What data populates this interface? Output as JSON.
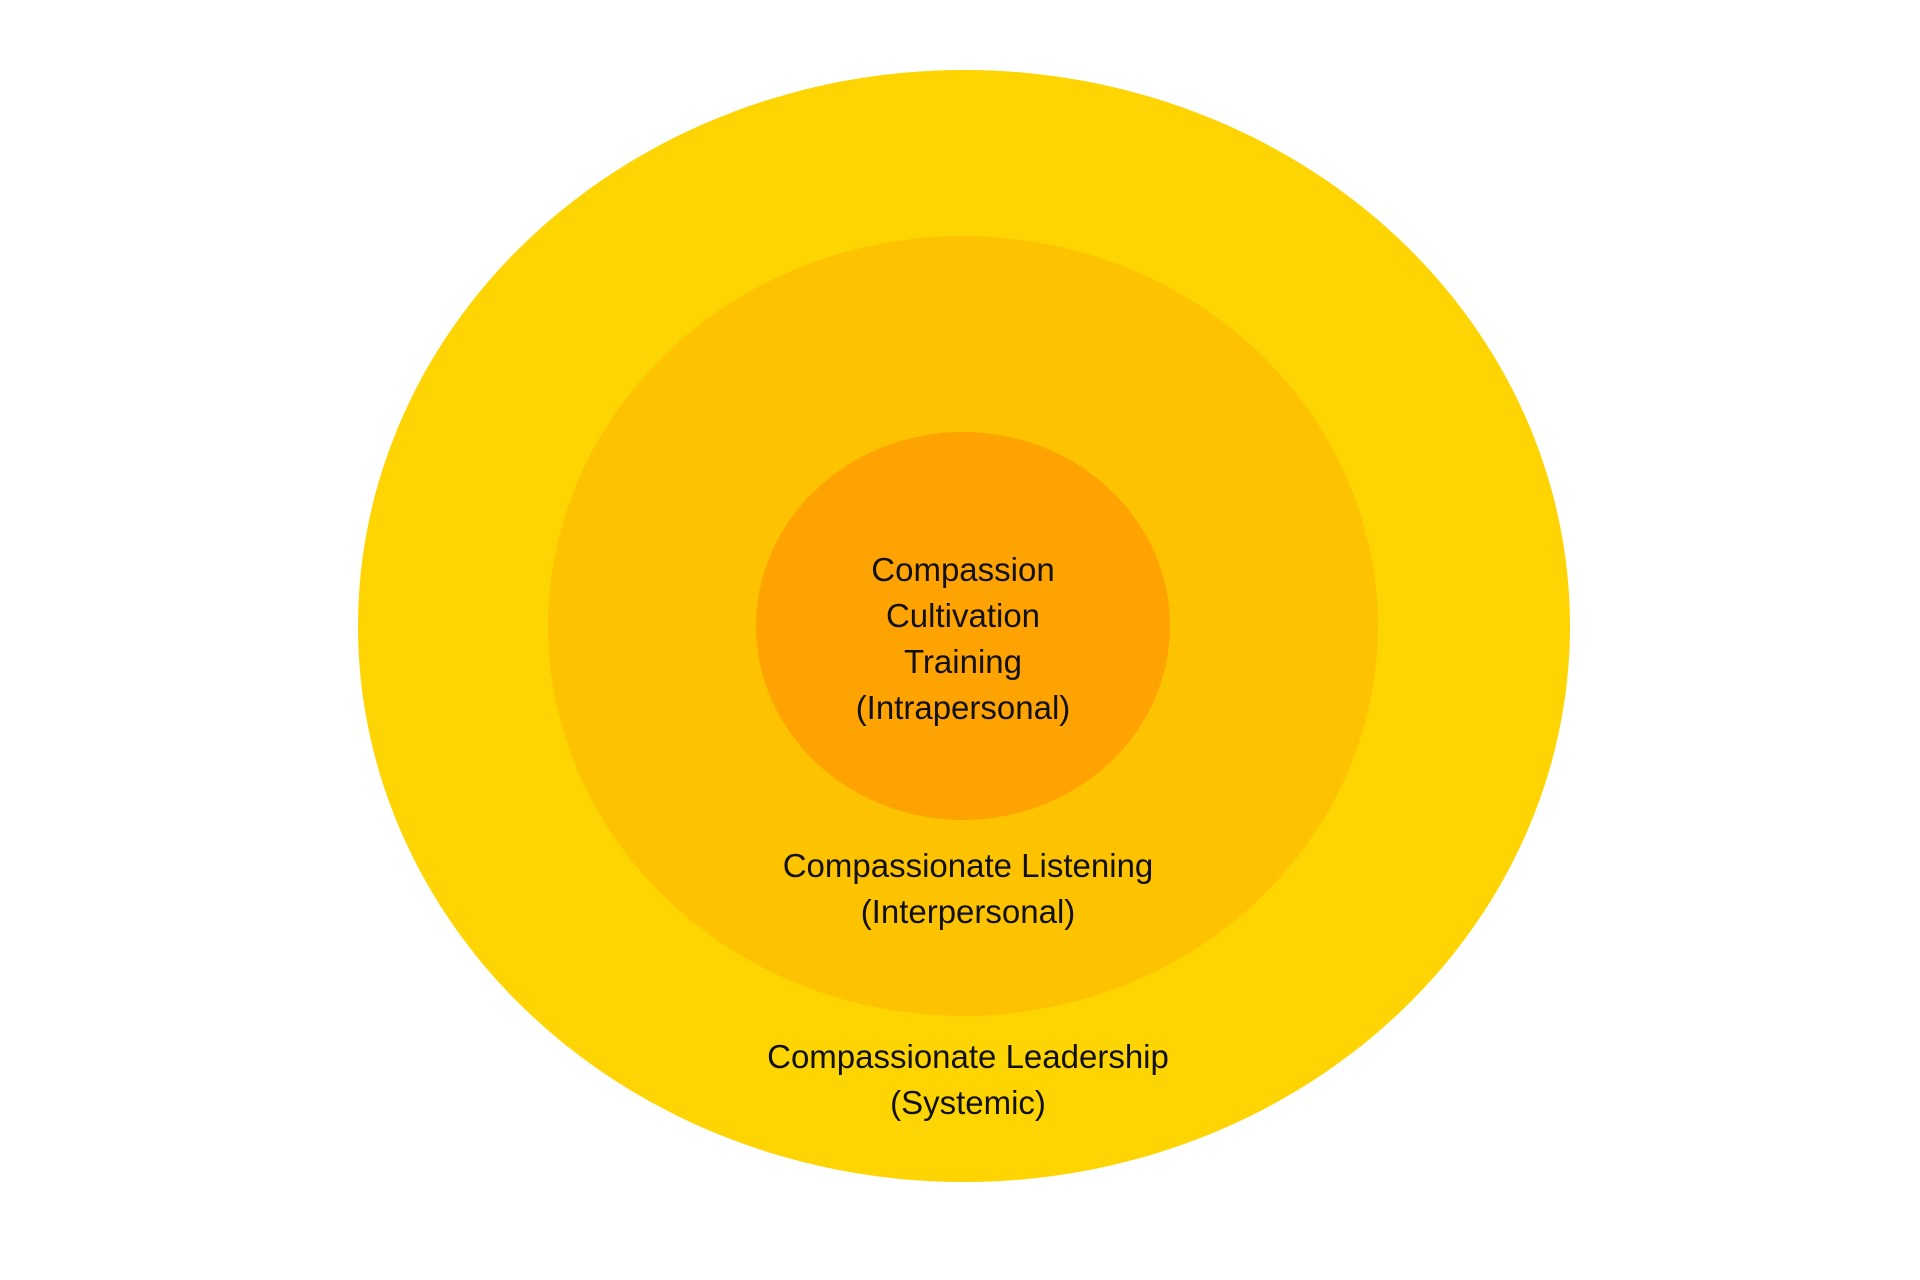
{
  "diagram": {
    "colors": {
      "outer": "#fed502",
      "middle": "#fec300",
      "inner": "#fea301",
      "text": "#111111",
      "background": "#ffffff"
    },
    "rings": {
      "inner": {
        "lines": [
          "Compassion",
          "Cultivation",
          "Training",
          "(Intrapersonal)"
        ]
      },
      "middle": {
        "lines": [
          "Compassionate Listening",
          "(Interpersonal)"
        ]
      },
      "outer": {
        "lines": [
          "Compassionate Leadership",
          "(Systemic)"
        ]
      }
    }
  }
}
